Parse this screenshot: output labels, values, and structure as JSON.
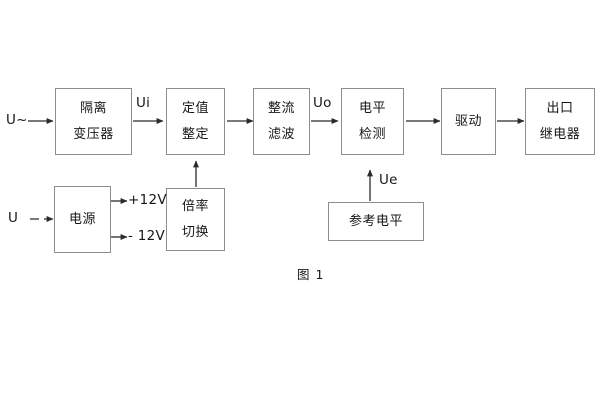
{
  "figure": {
    "caption": "图 1",
    "background_color": "#ffffff",
    "box_border_color": "#8d8d8d",
    "arrow_color": "#2b2b2b",
    "text_color": "#15171a"
  },
  "blocks": [
    {
      "id": "isolation-transformer",
      "lines": [
        "隔离",
        "变压器"
      ]
    },
    {
      "id": "setpoint-adjust",
      "lines": [
        "定值",
        "整定"
      ]
    },
    {
      "id": "rectify-filter",
      "lines": [
        "整流",
        "滤波"
      ]
    },
    {
      "id": "level-detect",
      "lines": [
        "电平",
        "检测"
      ]
    },
    {
      "id": "drive",
      "lines": [
        "驱动"
      ]
    },
    {
      "id": "output-relay",
      "lines": [
        "出口",
        "继电器"
      ]
    },
    {
      "id": "power-supply",
      "lines": [
        "电源"
      ]
    },
    {
      "id": "multiplier-switch",
      "lines": [
        "倍率",
        "切换"
      ]
    },
    {
      "id": "reference-level",
      "lines": [
        "参考电平"
      ]
    }
  ],
  "signals": {
    "input_ac": "U~",
    "input_dc": "U",
    "ui": "Ui",
    "uo": "Uo",
    "ue": "Ue",
    "supply_positive": "+12V",
    "supply_negative": "- 12V"
  }
}
